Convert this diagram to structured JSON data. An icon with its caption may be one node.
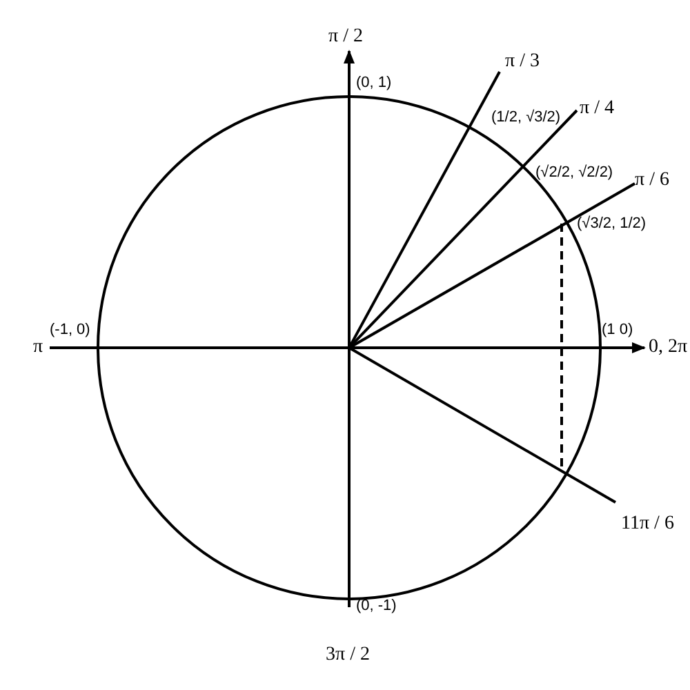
{
  "diagram": {
    "labels": [
      "π / 2",
      "(0, 1)",
      "π / 3",
      "(1/2, √3/2)",
      "π / 4",
      "(√2/2, √2/2)",
      "π / 6",
      "(√3/2, 1/2)",
      "π",
      "(-1, 0)",
      "(1 0)",
      "0, 2π",
      "11π / 6",
      "(0, -1)",
      "3π / 2"
    ]
  }
}
